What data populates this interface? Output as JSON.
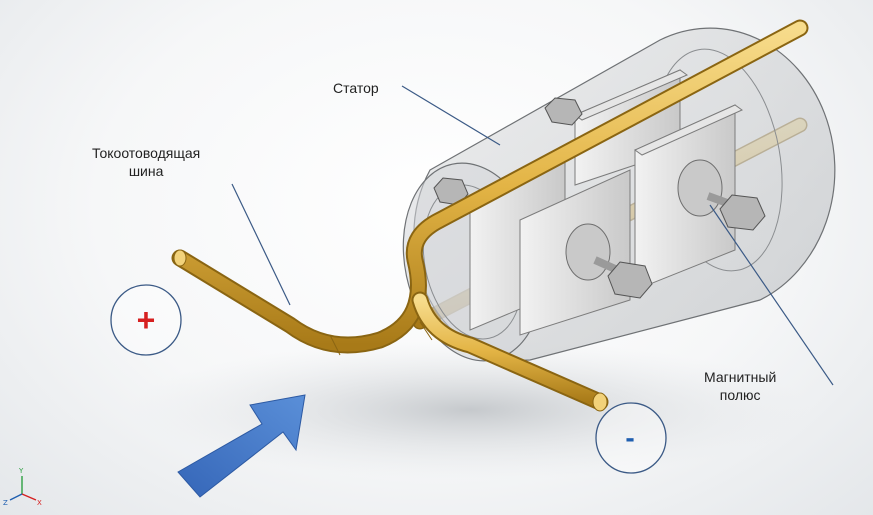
{
  "labels": {
    "stator": "Статор",
    "bus_line1": "Токоотоводящая",
    "bus_line2": "шина",
    "pole_line1": "Магнитный",
    "pole_line2": "полюс"
  },
  "terminals": {
    "positive": "+",
    "negative": "-"
  },
  "axis_triad": {
    "x": "X",
    "y": "Y",
    "z": "Z"
  },
  "colors": {
    "bus": "#e6b84a",
    "positive": "#d62020",
    "negative": "#1f5fb0",
    "arrow": "#3f73c4",
    "circle_stroke": "#3b5a86",
    "leader": "#3b5a86"
  }
}
